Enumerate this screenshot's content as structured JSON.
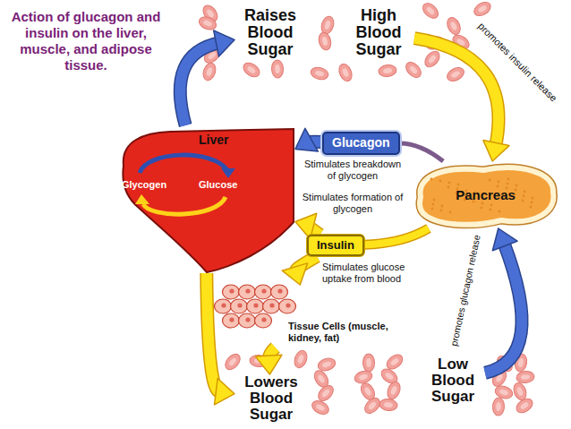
{
  "diagram": {
    "title": "Action of glucagon and insulin on the liver, muscle, and adipose tissue.",
    "nodes": [
      {
        "text": [
          "Raises Blood Sugar"
        ]
      },
      {
        "text": [
          "High Blood Sugar"
        ]
      },
      {
        "text": [
          "Liver"
        ]
      },
      {
        "text": [
          "Glucagon"
        ]
      },
      {
        "text": [
          "Pancreas"
        ]
      },
      {
        "text": [
          "Insulin"
        ]
      },
      {
        "text": [
          "Tissue Cells (muscle, kidney, fat)"
        ]
      },
      {
        "text": [
          "Low Blood Sugar"
        ]
      },
      {
        "text": [
          "Lowers Blood Sugar"
        ]
      }
    ],
    "edges": [
      {
        "from": 2,
        "to": 0,
        "arrow": "to"
      },
      {
        "from": 1,
        "to": 4,
        "arrow": "to",
        "label": "promotes insulin release"
      },
      {
        "from": 4,
        "to": 3,
        "arrow": "none"
      },
      {
        "from": 3,
        "to": 2,
        "arrow": "to",
        "label": "Stimulates breakdown of glycogen"
      },
      {
        "from": 4,
        "to": 5,
        "arrow": "none"
      },
      {
        "from": 5,
        "to": 2,
        "arrow": "to",
        "label": "Stimulates formation of glycogen"
      },
      {
        "from": 5,
        "to": 6,
        "arrow": "to",
        "label": "Stimulates glucose uptake from blood"
      },
      {
        "from": 2,
        "to": 8,
        "arrow": "to"
      },
      {
        "from": 6,
        "to": 8,
        "arrow": "to"
      },
      {
        "from": 7,
        "to": 4,
        "arrow": "to",
        "label": "promotes glucagon release"
      }
    ],
    "labels": [
      "Glycogen",
      "Glucose"
    ]
  }
}
